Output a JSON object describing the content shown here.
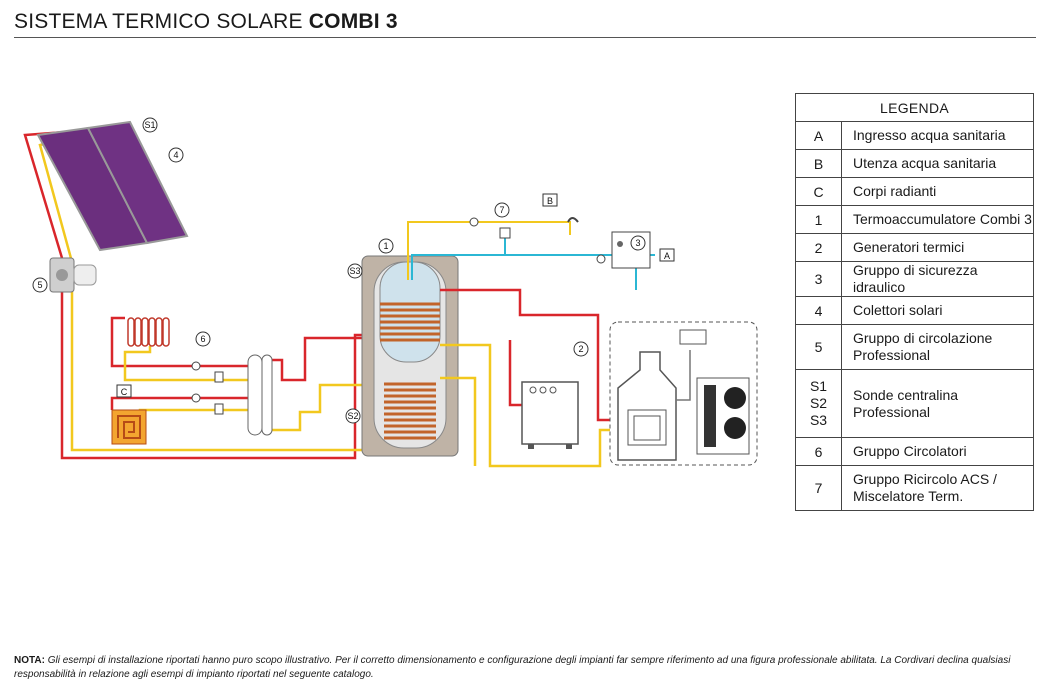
{
  "title": {
    "prefix": "SISTEMA TERMICO SOLARE",
    "bold": "COMBI 3"
  },
  "legend": {
    "header": "LEGENDA",
    "rows": [
      {
        "key": "A",
        "desc": "Ingresso acqua sanitaria"
      },
      {
        "key": "B",
        "desc": "Utenza acqua sanitaria"
      },
      {
        "key": "C",
        "desc": "Corpi radianti"
      },
      {
        "key": "1",
        "desc": "Termoaccumulatore Combi 3"
      },
      {
        "key": "2",
        "desc": "Generatori termici"
      },
      {
        "key": "3",
        "desc": "Gruppo di sicurezza idraulico"
      },
      {
        "key": "4",
        "desc": "Colettori solari"
      },
      {
        "key": "5",
        "desc": "Gruppo di circolazione Professional"
      },
      {
        "key": "S1 S2 S3",
        "desc": "Sonde centralina Professional"
      },
      {
        "key": "6",
        "desc": "Gruppo Circolatori"
      },
      {
        "key": "7",
        "desc": "Gruppo Ricircolo ACS / Miscelatore Term."
      }
    ]
  },
  "callouts": {
    "s1": "S1",
    "s2": "S2",
    "s3": "S3",
    "n1": "1",
    "n2": "2",
    "n3": "3",
    "n4": "4",
    "n5": "5",
    "n6": "6",
    "n7": "7",
    "a": "A",
    "b": "B",
    "c": "C"
  },
  "colors": {
    "hot": "#d9262b",
    "warm": "#f2c81e",
    "cold": "#2bb7d4",
    "panel": "#6b2f7e",
    "coil": "#c2642a",
    "tank": "#bfb3a6"
  },
  "note": {
    "label": "NOTA:",
    "text": "Gli esempi di installazione riportati hanno puro scopo illustrativo. Per il corretto dimensionamento e configurazione degli impianti far sempre riferimento ad una figura professionale abilitata. La Cordivari declina qualsiasi responsabilità in relazione agli esempi di impianto riportati nel seguente catalogo."
  }
}
